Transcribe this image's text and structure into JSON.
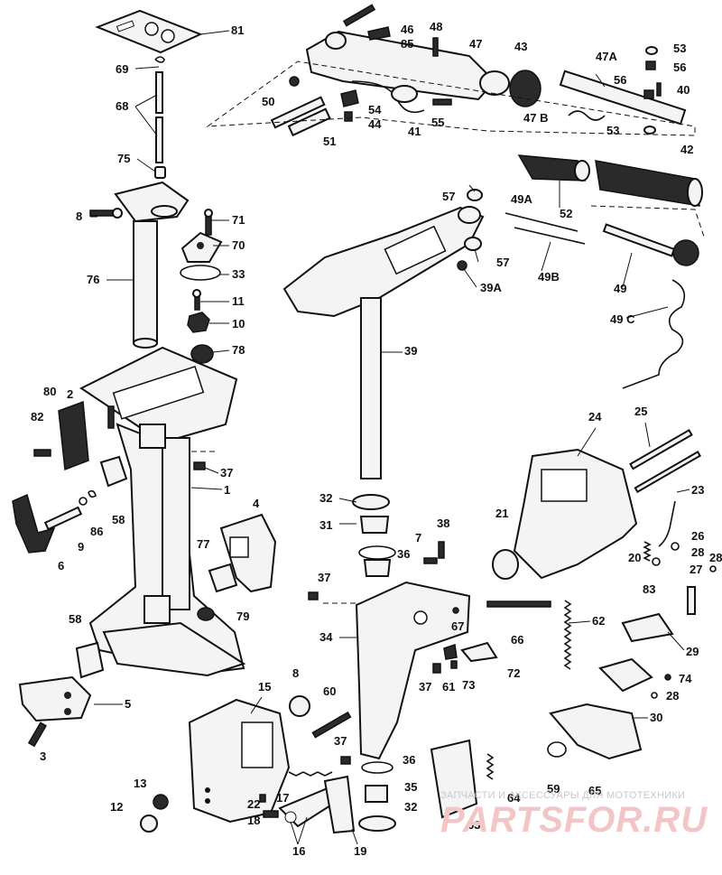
{
  "labels": [
    "81",
    "46",
    "85",
    "48",
    "47",
    "43",
    "53",
    "47A",
    "56",
    "69",
    "56",
    "40",
    "68",
    "50",
    "54",
    "44",
    "41",
    "55",
    "47 B",
    "53",
    "51",
    "42",
    "75",
    "57",
    "49A",
    "52",
    "8",
    "71",
    "57",
    "70",
    "49B",
    "76",
    "39A",
    "33",
    "11",
    "49",
    "10",
    "49 C",
    "78",
    "39",
    "80",
    "2",
    "82",
    "37",
    "1",
    "24",
    "25",
    "23",
    "32",
    "4",
    "31",
    "38",
    "7",
    "21",
    "58",
    "86",
    "9",
    "6",
    "77",
    "26",
    "36",
    "28",
    "28",
    "20",
    "27",
    "83",
    "37",
    "79",
    "58",
    "62",
    "67",
    "34",
    "66",
    "29",
    "5",
    "73",
    "61",
    "37",
    "72",
    "74",
    "28",
    "8",
    "60",
    "30",
    "15",
    "3",
    "37",
    "36",
    "59",
    "64",
    "13",
    "65",
    "22",
    "17",
    "35",
    "12",
    "18",
    "32",
    "16",
    "19",
    "63"
  ],
  "watermark": {
    "caption": "ЗАПЧАСТИ И АКСЕССУАРЫ ДЛЯ МОТОТЕХНИКИ",
    "logo": "PARTSFOR.RU"
  }
}
